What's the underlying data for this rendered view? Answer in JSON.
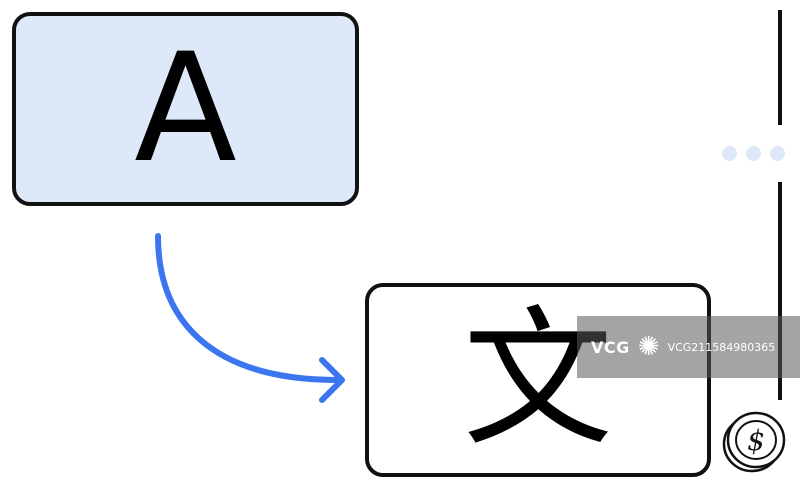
{
  "source_card": {
    "glyph": "A",
    "fill": "#dde8f9"
  },
  "target_card": {
    "glyph": "文",
    "fill": "#ffffff"
  },
  "arrow": {
    "color": "#3b76f0"
  },
  "dots": {
    "count": 3,
    "color": "#dde8f9"
  },
  "watermark": {
    "logo": "VCG",
    "id": "VCG211584980365"
  },
  "coin": {
    "symbol": "$"
  },
  "stroke_color": "#111111"
}
